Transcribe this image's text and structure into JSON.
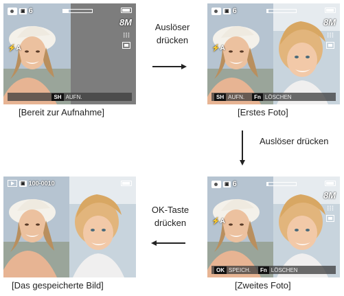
{
  "screens": {
    "ready": {
      "file_icon_label": "▣",
      "count": "6",
      "soft_key": "SH",
      "soft_label": "AUFN.",
      "caption": "[Bereit zur Aufnahme]",
      "progress": 0.2
    },
    "first": {
      "file_icon_label": "▣",
      "count": "6",
      "key1": "SH",
      "label1": "AUFN.",
      "key2": "Fn",
      "label2": "LÖSCHEN",
      "caption": "[Erstes Foto]",
      "progress": 0.05
    },
    "second": {
      "file_icon_label": "▣",
      "count": "6",
      "key1": "OK",
      "label1": "SPEICH.",
      "key2": "Fn",
      "label2": "LÖSCHEN",
      "caption": "[Zweites Foto]",
      "progress": 0.05
    },
    "saved": {
      "file_icon_label": "▣",
      "file_number": "100-0010",
      "caption": "[Das gespeicherte Bild]"
    }
  },
  "hud": {
    "resolution": "8M",
    "flash": "⚡A"
  },
  "actions": {
    "shutter_1": [
      "Auslöser",
      "drücken"
    ],
    "shutter_2": "Auslöser drücken",
    "ok_key": [
      "OK-Taste",
      "drücken"
    ]
  },
  "colors": {
    "sky": "#aebfcf",
    "skin": "#e9bd9a",
    "hat": "#f1efe9",
    "hair": "#b8905c",
    "lcd_grey": "#7d7d7d"
  }
}
